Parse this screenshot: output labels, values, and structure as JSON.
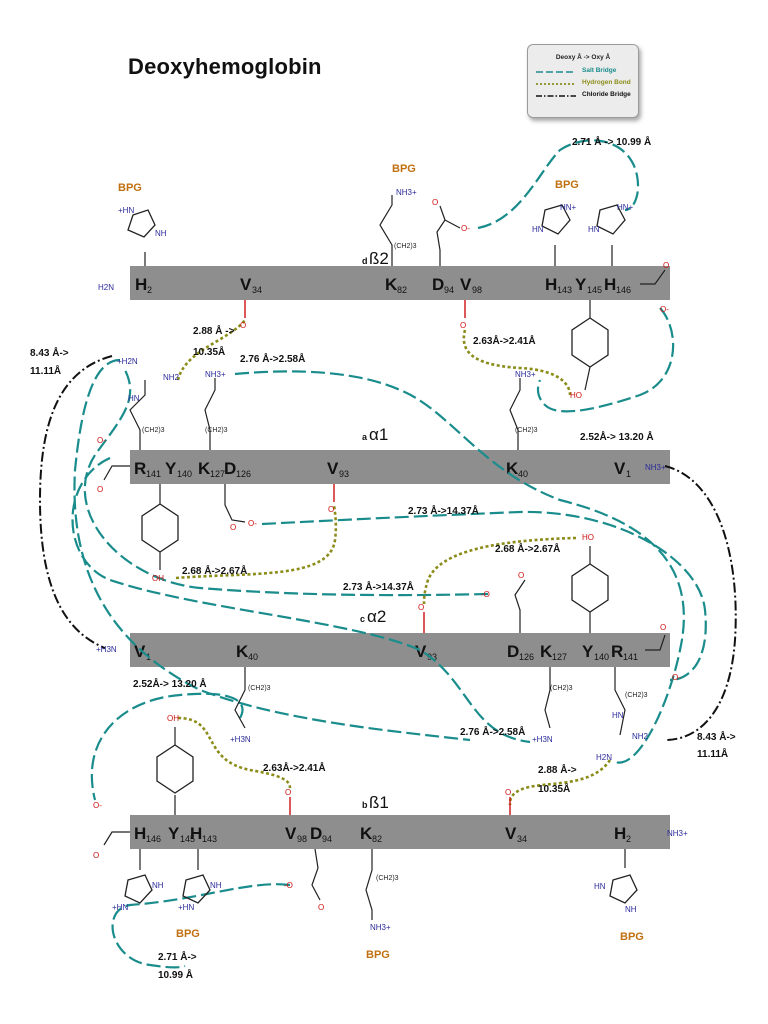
{
  "title": "Deoxyhemoglobin",
  "legend": {
    "title": "Deoxy Å -> Oxy Å",
    "items": [
      {
        "label": "Salt Bridge",
        "color": "#1a8c8c",
        "style": "dash"
      },
      {
        "label": "Hydrogen Bond",
        "color": "#8c8c1a",
        "style": "dot"
      },
      {
        "label": "Chloride Bridge",
        "color": "#111111",
        "style": "dashdot"
      }
    ]
  },
  "colors": {
    "chain_bar": "#8e8e8e",
    "salt_bridge": "#1a8c8c",
    "hydrogen_bond": "#8c8c1a",
    "chloride_bridge": "#111111",
    "nitrogen": "#2b2b9a",
    "oxygen": "#cc1111",
    "bpg": "#c07010"
  },
  "chains": [
    {
      "id": "b2",
      "prefix": "d",
      "label": "ß2",
      "residues": [
        {
          "code": "H",
          "num": "2"
        },
        {
          "code": "V",
          "num": "34"
        },
        {
          "code": "K",
          "num": "82"
        },
        {
          "code": "D",
          "num": "94"
        },
        {
          "code": "V",
          "num": "98"
        },
        {
          "code": "H",
          "num": "143"
        },
        {
          "code": "Y",
          "num": "145"
        },
        {
          "code": "H",
          "num": "146"
        }
      ]
    },
    {
      "id": "a1",
      "prefix": "a",
      "label": "α1",
      "residues": [
        {
          "code": "R",
          "num": "141"
        },
        {
          "code": "Y",
          "num": "140"
        },
        {
          "code": "K",
          "num": "127"
        },
        {
          "code": "D",
          "num": "126"
        },
        {
          "code": "V",
          "num": "93"
        },
        {
          "code": "K",
          "num": "40"
        },
        {
          "code": "V",
          "num": "1"
        }
      ]
    },
    {
      "id": "a2",
      "prefix": "c",
      "label": "α2",
      "residues": [
        {
          "code": "V",
          "num": "1"
        },
        {
          "code": "K",
          "num": "40"
        },
        {
          "code": "V",
          "num": "93"
        },
        {
          "code": "D",
          "num": "126"
        },
        {
          "code": "K",
          "num": "127"
        },
        {
          "code": "Y",
          "num": "140"
        },
        {
          "code": "R",
          "num": "141"
        }
      ]
    },
    {
      "id": "b1",
      "prefix": "b",
      "label": "ß1",
      "residues": [
        {
          "code": "H",
          "num": "146"
        },
        {
          "code": "Y",
          "num": "145"
        },
        {
          "code": "H",
          "num": "143"
        },
        {
          "code": "V",
          "num": "98"
        },
        {
          "code": "D",
          "num": "94"
        },
        {
          "code": "K",
          "num": "82"
        },
        {
          "code": "V",
          "num": "34"
        },
        {
          "code": "H",
          "num": "2"
        }
      ]
    }
  ],
  "bpg_label": "BPG",
  "chem": {
    "nh3": "NH3+",
    "h3n": "+H3N",
    "h2n": "+H2N",
    "nh2": "NH2",
    "nh": "NH",
    "hn": "HN",
    "h2n_plain": "H2N",
    "hn_plus": "HN+",
    "plus_hn": "+HN",
    "ch2_3": "(CH2)3",
    "oh": "OH",
    "ho": "HO",
    "o_minus": "O-",
    "o_minus_left": "-O",
    "o": "O"
  },
  "distances": [
    "2.71 Å -> 10.99 Å",
    "2.88 Å ->",
    "10.35Å",
    "8.43 Å->",
    "11.11Å",
    "2.76 Å->2.58Å",
    "2.63Å->2.41Å",
    "2.52Å-> 13.20 Å",
    "2.73 Å->14.37Å",
    "2.68 Å->2.67Å",
    "2.73 Å->14.37Å",
    "2.68 Å->2.67Å",
    "2.52Å-> 13.20 Å",
    "2.63Å->2.41Å",
    "2.76 Å->2.58Å",
    "2.88 Å->",
    "10.35Å",
    "8.43 Å->",
    "11.11Å",
    "2.71 Å->",
    "10.99 Å"
  ]
}
